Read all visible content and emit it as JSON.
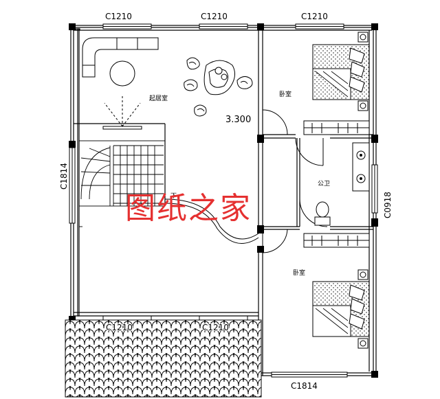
{
  "window_labels": {
    "top_left": "C1210",
    "top_middle": "C1210",
    "top_right": "C1210",
    "left_side": "C1814",
    "right_side": "C0918",
    "bottom_right": "C1814",
    "balcony_left": "C1210",
    "balcony_right": "C1210"
  },
  "rooms": {
    "living_room": "起居室",
    "bedroom_top": "卧室",
    "bedroom_bottom": "卧室",
    "public_bath": "公卫"
  },
  "stair_mark": "下",
  "elevation": "3.300",
  "watermark": "图纸之家",
  "colors": {
    "line": "#000000",
    "watermark": "#e53030",
    "balcony_tile": "#000000"
  }
}
